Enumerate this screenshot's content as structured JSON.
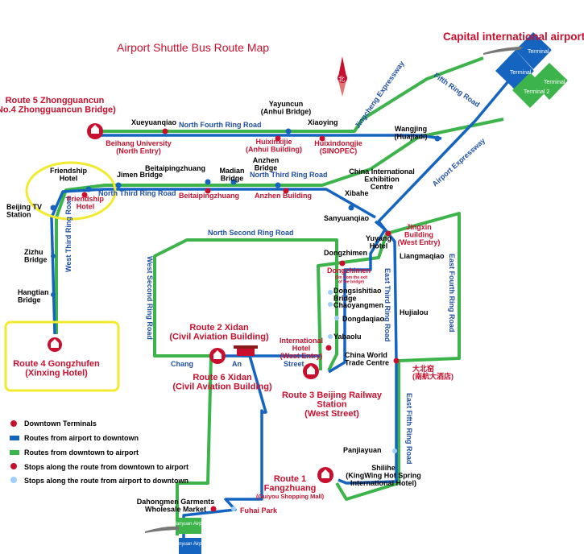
{
  "title": "Airport Shuttle Bus Route Map",
  "airport_title": "Capital international airport",
  "colors": {
    "route_to_downtown": "#1565c0",
    "route_to_airport": "#3cb44b",
    "terminal_marker": "#c8102e",
    "highlight": "#f2ea2f",
    "label_red": "#c8102e",
    "label_blue": "#1f4fa3"
  },
  "terminals": {
    "t1": "Terminal 1",
    "t2": "Terminal 2",
    "t3": "Terminal 1",
    "t4": "Terminal 2"
  },
  "routes": {
    "route1": "Route 1\nFangzhuang",
    "route1_sub": "(Guiyou Shopping Mall)",
    "route2": "Route 2 Xidan\n(Civil Aviation Building)",
    "route3": "Route 3 Beijing Railway\nStation\n(West Street)",
    "route4": "Route 4 Gongzhufen\n(Xinxing Hotel)",
    "route5": "Route 5  Zhongguancun\n(No.4 Zhongguancun Bridge)",
    "route6": "Route 6 Xidan\n(Civil Aviation Building)"
  },
  "roads": {
    "north_fourth": "North Fourth Ring Road",
    "north_third": "North Third Ring Road",
    "north_third_w": "North Third Ring Road",
    "north_second": "North Second Ring Road",
    "west_third": "West Third Ring Road",
    "west_second": "West Second Ring Road",
    "east_third": "East Third Ring Road",
    "east_fourth": "East Fourth Ring Road",
    "east_fifth": "East Fifth Ring Road",
    "fifth_ring": "Fifth Ring Road",
    "jingcheng": "Jingcheng Expressway",
    "airport_exp": "Airport Expressway",
    "chang": "Chang",
    "an": "An",
    "street": "Street"
  },
  "stops": {
    "xueyuanqiao": "Xueyuanqiao",
    "yayuncun": "Yayuncun\n(Anhui Bridge)",
    "xiaoying": "Xiaoying",
    "beihang": "Beihang University\n(North Entry)",
    "huixinxijie": "Huixinxijie\n(Anhui Building)",
    "huixindongjie": "Huixindongjie\n(SINOPEC)",
    "wangjing": "Wangjing\n(Huajiadi)",
    "friendship_blk": "Friendship\nHotel",
    "friendship_red": "Friendship\nHotel",
    "jimen": "Jimen Bridge",
    "beitaipingzhuang_blk": "Beitaipingzhuang",
    "madian": "Madian\nBridge",
    "anzhen_bridge": "Anzhen\nBridge",
    "beitaipingzhuang_red": "Beitaipingzhuang",
    "anzhen_building": "Anzhen Building",
    "china_intl": "China International\nExhibition\nCentre",
    "xibahe": "Xibahe",
    "beijing_tv": "Beijing TV\nStation",
    "sanyuanqiao": "Sanyuanqiao",
    "jingxin": "Jingxin\nBuilding\n(West Entry)",
    "yuyang": "Yuyang\nHotel",
    "zizhu": "Zizhu\nBridge",
    "liangmaqiao": "Liangmaqiao",
    "dongzhimen_blk": "Dongzhimen",
    "dongzhimen_red": "Dongzhimen",
    "dongzhimen_note": "(5m from the exit\nof the bridge)",
    "dongsishitiao": "Dongsishitiao\nBridge",
    "chaoyangmen": "Chaoyangmen",
    "hangtian": "Hangtian\nBridge",
    "hujialou": "Hujialou",
    "dongdaqiao": "Dongdaqiao",
    "yabaolu": "Yabaolu",
    "intl_hotel": "International\nHotel\n(West Entry)",
    "china_world": "China World\nTrade Centre",
    "nanhang_cn": "大北窑\n(南航大酒店)",
    "panjiayuan": "Panjiayuan",
    "shilihe": "Shilihe\n(KingWing Hot Spring\nInternational Hotel)",
    "dahongmen": "Dahongmen Garments\nWholesale Market",
    "fuhai": "Fuhai Park",
    "nanyuan1": "Nanyuan\nAirport",
    "nanyuan2": "Nanyuan\nAirport"
  },
  "compass_label": "北",
  "legend": {
    "downtown_terminals": "Downtown Terminals",
    "to_downtown": "Routes from airport to downtown",
    "to_airport": "Routes from downtown to airport",
    "stops_to_airport": "Stops along the route from downtown to airport",
    "stops_from_airport": "Stops along the route from airport to downtown"
  }
}
